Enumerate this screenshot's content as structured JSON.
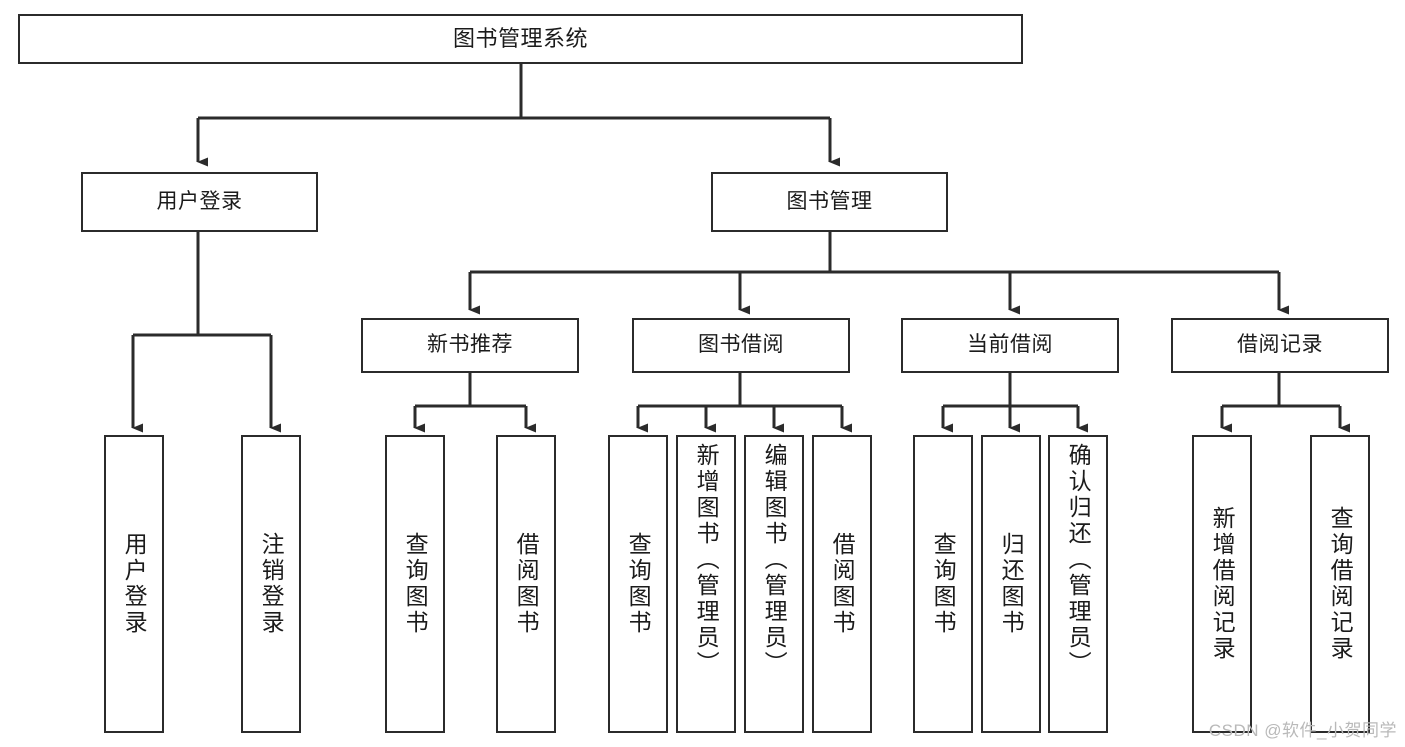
{
  "diagram": {
    "title": "图书管理系统",
    "type": "tree",
    "watermark": "CSDN @软件_小贺同学",
    "colors": {
      "background": "#ffffff",
      "node_border": "#2b2b2b",
      "node_fill": "#ffffff",
      "edge": "#2b2b2b",
      "text": "#1b1b1b",
      "watermark": "#b9b9b9"
    },
    "root": {
      "label": "图书管理系统"
    },
    "level2": [
      {
        "label": "用户登录"
      },
      {
        "label": "图书管理"
      }
    ],
    "level3": [
      {
        "label": "新书推荐"
      },
      {
        "label": "图书借阅"
      },
      {
        "label": "当前借阅"
      },
      {
        "label": "借阅记录"
      }
    ],
    "leaves": {
      "user_login": [
        {
          "label": "用户登录"
        },
        {
          "label": "注销登录"
        }
      ],
      "new_book_recommend": [
        {
          "label": "查询图书"
        },
        {
          "label": "借阅图书"
        }
      ],
      "book_borrow": [
        {
          "label": "查询图书"
        },
        {
          "label": "新增图书（管理员）"
        },
        {
          "label": "编辑图书（管理员）"
        },
        {
          "label": "借阅图书"
        }
      ],
      "current_borrow": [
        {
          "label": "查询图书"
        },
        {
          "label": "归还图书"
        },
        {
          "label": "确认归还（管理员）"
        }
      ],
      "borrow_record": [
        {
          "label": "新增借阅记录"
        },
        {
          "label": "查询借阅记录"
        }
      ]
    }
  }
}
